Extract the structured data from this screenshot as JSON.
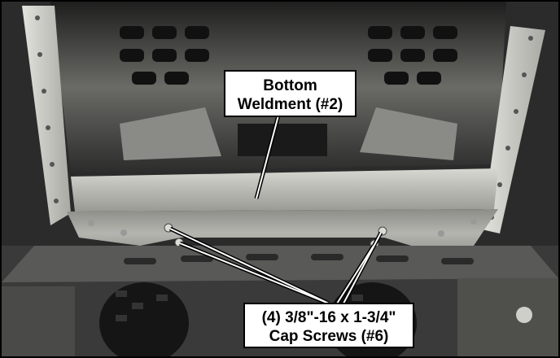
{
  "callouts": {
    "bottom_weldment": {
      "line1": "Bottom",
      "line2": "Weldment (#2)"
    },
    "cap_screws": {
      "line1": "(4) 3/8\"-16 x 1-3/4\"",
      "line2": "Cap Screws (#6)"
    }
  },
  "colors": {
    "metal_light": "#c9c9c4",
    "metal_dark": "#3d3d3d",
    "background": "#2a2a2a",
    "callout_bg": "#ffffff",
    "leader": "#000000"
  }
}
